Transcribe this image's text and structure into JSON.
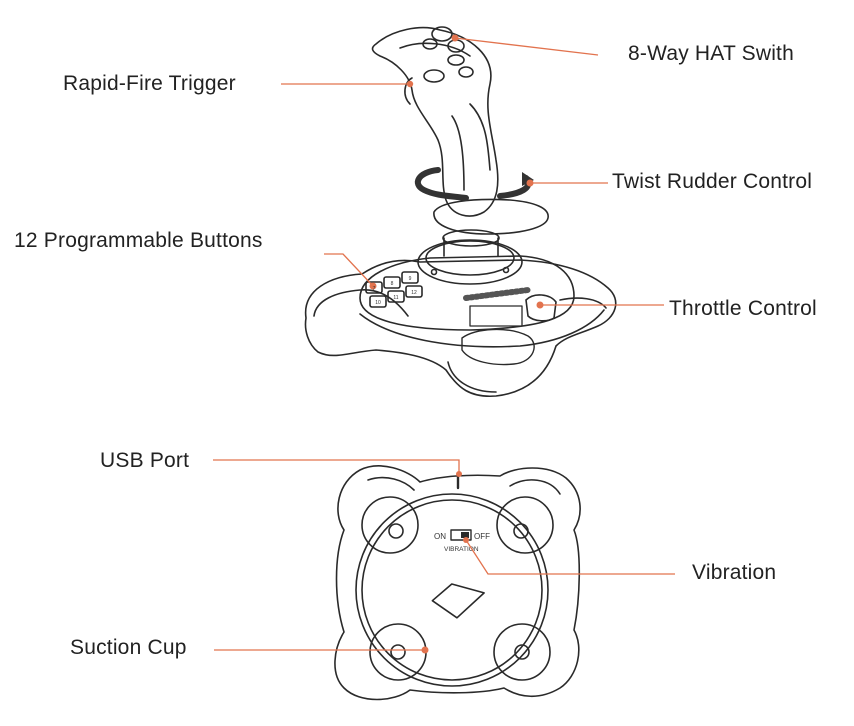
{
  "colors": {
    "leader": "#e2734e",
    "outline": "#2a2a2a",
    "text": "#222222"
  },
  "labels": {
    "hat_switch": "8-Way HAT Swith",
    "rapid_fire": "Rapid-Fire Trigger",
    "twist_rudder": "Twist Rudder Control",
    "programmable_buttons": "12 Programmable Buttons",
    "throttle": "Throttle Control",
    "usb_port": "USB Port",
    "vibration": "Vibration",
    "suction_cup": "Suction Cup"
  },
  "switch": {
    "on": "ON",
    "off": "OFF",
    "caption": "VIBRATION"
  },
  "button_numbers": [
    "7",
    "8",
    "9",
    "10",
    "11",
    "12"
  ]
}
